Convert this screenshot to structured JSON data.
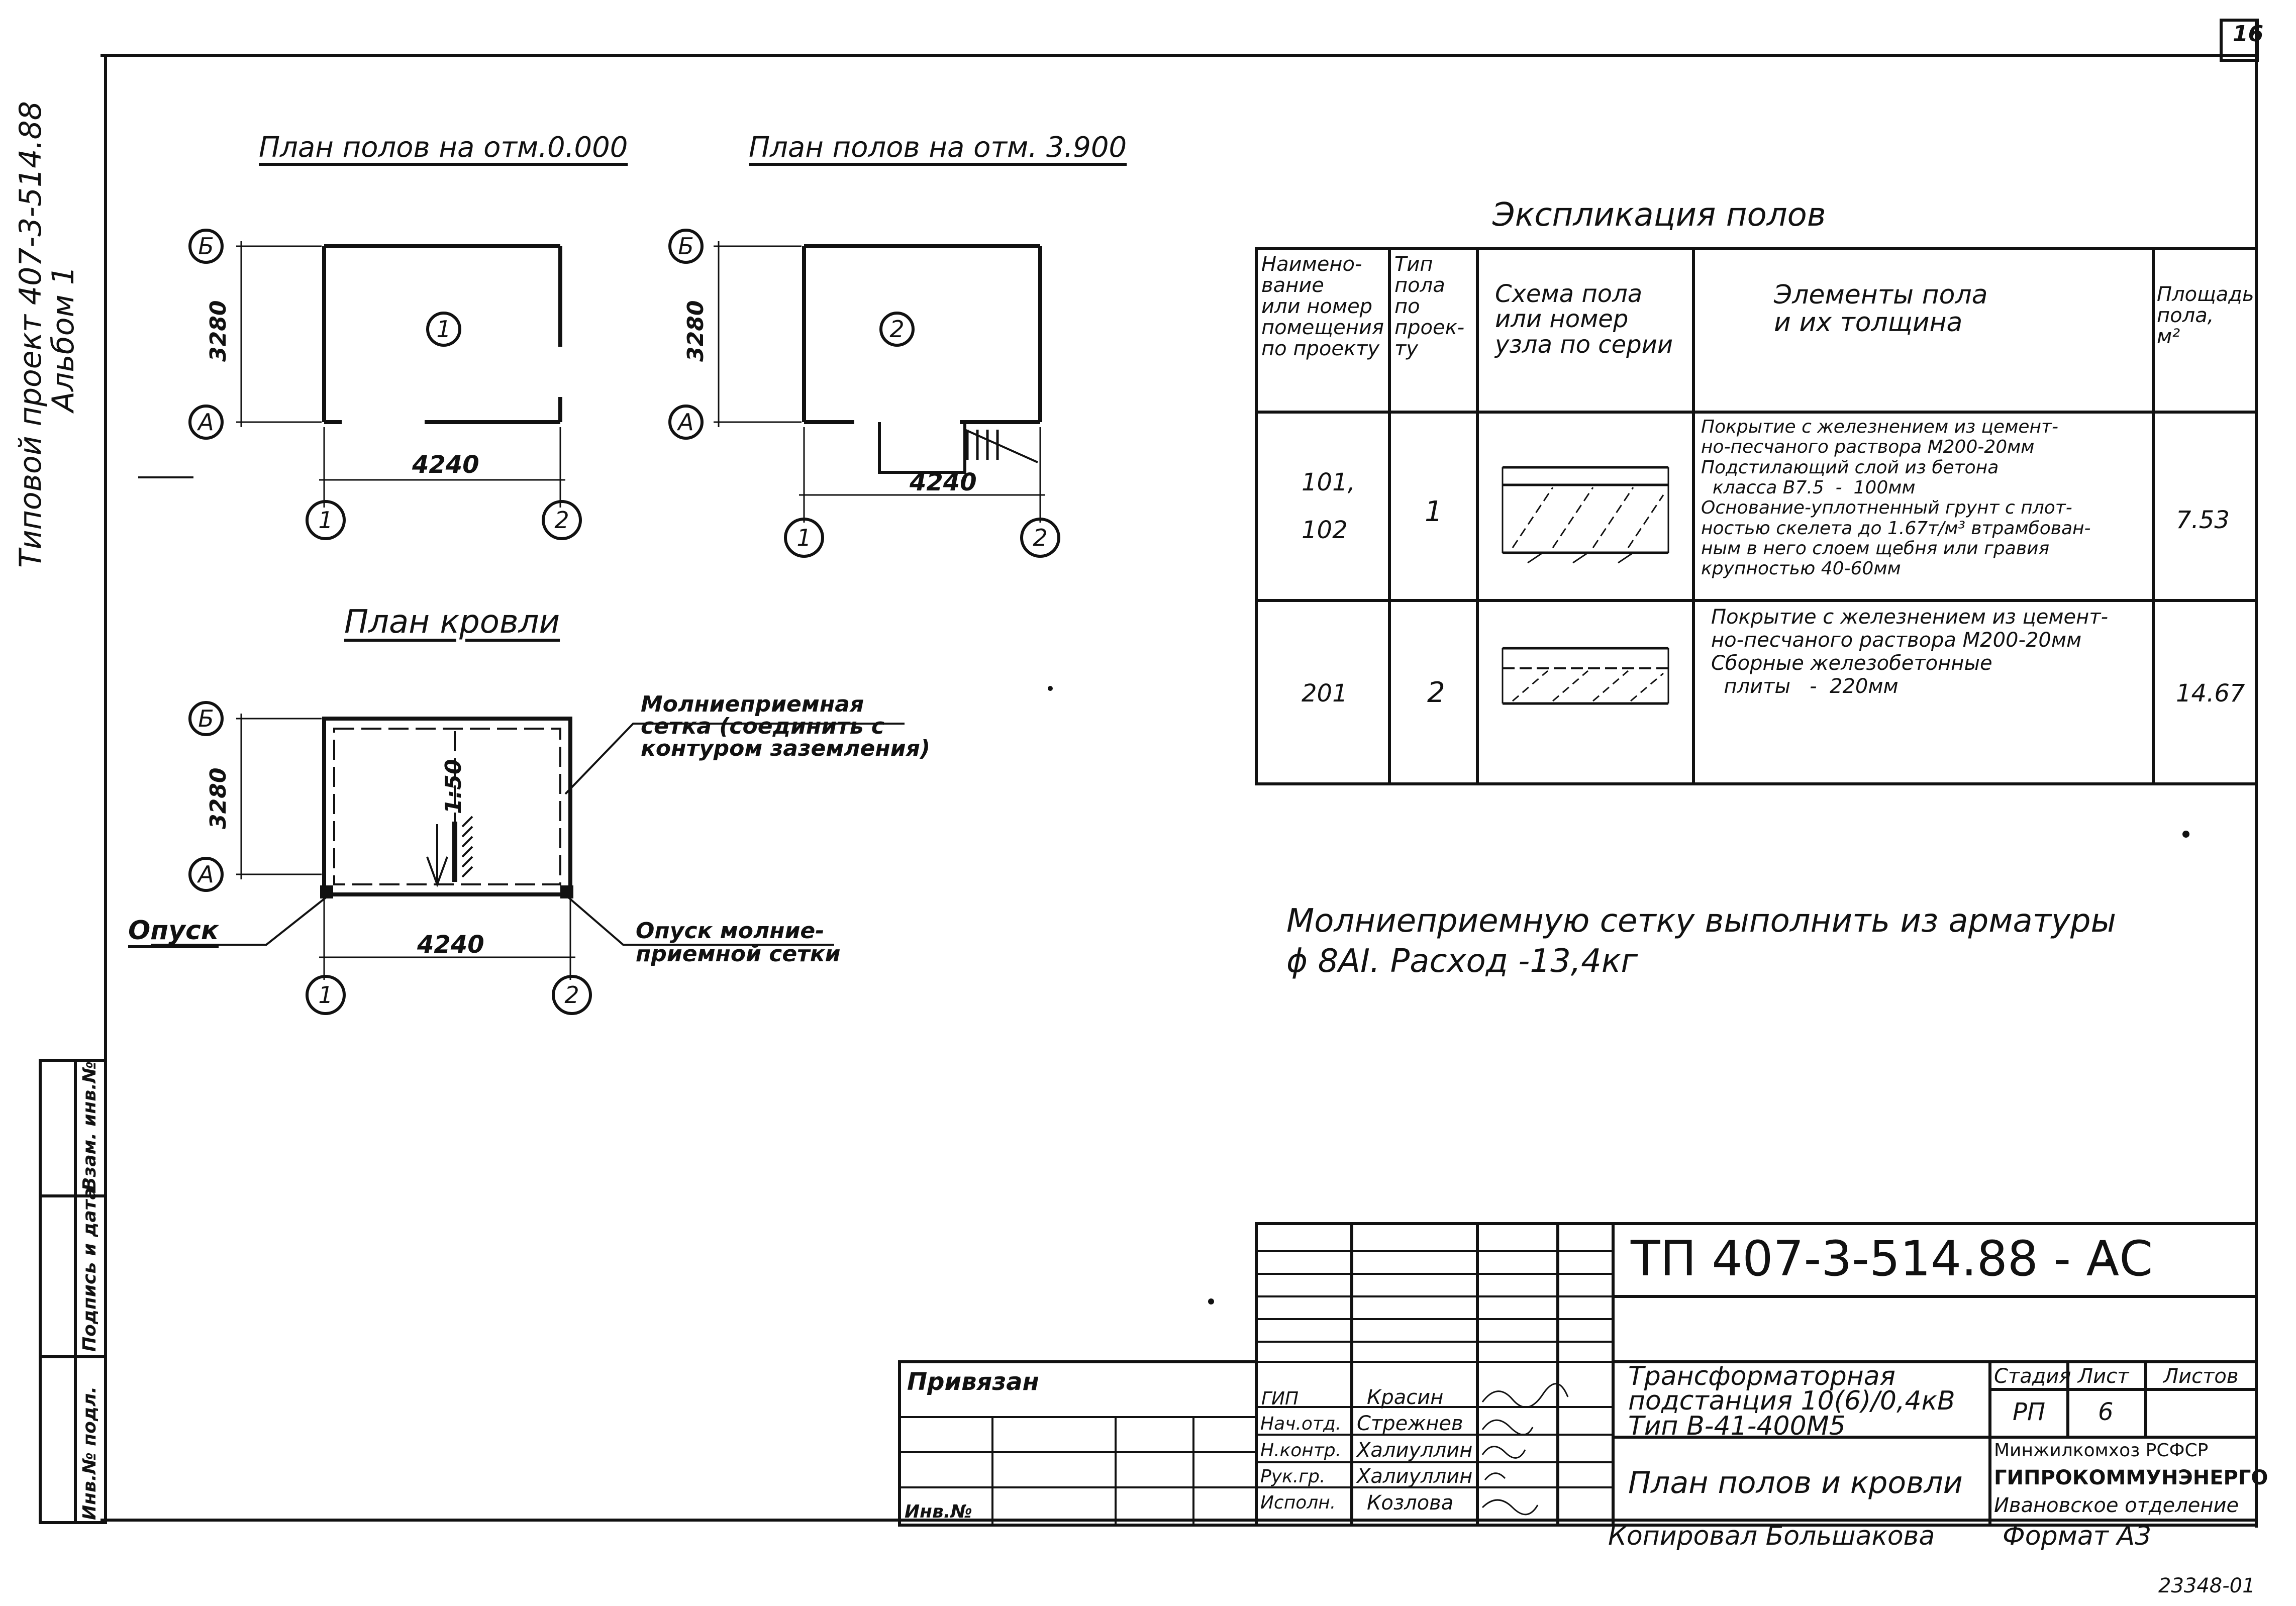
{
  "sheet_number": "16",
  "side_title": {
    "line1": "Типовой проект 407-3-514.88",
    "line2": "Альбом 1"
  },
  "plan1": {
    "title": "План полов на отм.0.000",
    "dim_vertical": "3280",
    "dim_horizontal": "4240",
    "axis_b": "Б",
    "axis_a": "А",
    "axis_1": "1",
    "axis_2": "2",
    "room_marker": "1"
  },
  "plan2": {
    "title": "План полов на отм. 3.900",
    "dim_vertical": "3280",
    "dim_horizontal": "4240",
    "axis_b": "Б",
    "axis_a": "А",
    "axis_1": "1",
    "axis_2": "2",
    "room_marker": "2"
  },
  "roof_plan": {
    "title": "План кровли",
    "dim_vertical": "3280",
    "dim_horizontal": "4240",
    "axis_b": "Б",
    "axis_a": "А",
    "axis_1": "1",
    "axis_2": "2",
    "slope": "1:50",
    "callout_mesh": "Молниеприемная\nсетка (соединить с\nконтуром заземления)",
    "callout_down_left": "Опуск",
    "callout_down_right": "Опуск молние-\nприемной сетки"
  },
  "explication": {
    "title": "Экспликация полов",
    "headers": [
      "Наимено-\nвание\nили номер\nпомещения\nпо проекту",
      "Тип\nпола\nпо\nпроек-\nту",
      "Схема пола\nили номер\nузла по серии",
      "Элементы пола\nи их толщина",
      "Площадь\nпола,\nм²"
    ],
    "rows": [
      {
        "rooms_a": "101,",
        "rooms_b": "102",
        "type": "1",
        "elements": "Покрытие с железнением из цемент-\nно-песчаного раствора М200-20мм\nПодстилающий слой из бетона\n  класса В7.5  -  100мм\nОснование-уплотненный грунт с плот-\nностью скелета до 1.67т/м³ втрамбован-\nным в него слоем щебня или гравия\nкрупностью 40-60мм",
        "area": "7.53"
      },
      {
        "rooms_a": "201",
        "rooms_b": "",
        "type": "2",
        "elements": "Покрытие с железнением из цемент-\nно-песчаного раствора М200-20мм\nСборные железобетонные\n  плиты   -  220мм",
        "area": "14.67"
      }
    ]
  },
  "note": {
    "line1": "Молниеприемную сетку выполнить из арматуры",
    "line2": "ϕ 8АI.  Расход -13,4кг"
  },
  "title_block": {
    "code": "ТП  407-3-514.88 -  АС",
    "object": "Трансформаторная\nподстанция 10(6)/0,4кВ\nТип В-41-400М5",
    "drawing": "План полов и кровли",
    "col_stage": "Стадия",
    "col_sheet": "Лист",
    "col_sheets": "Листов",
    "stage": "РП",
    "sheet": "6",
    "sheets": "",
    "org_line1": "Минжилкомхоз РСФСР",
    "org_line2": "ГИПРОКОММУНЭНЕРГО",
    "org_line3": "Ивановское отделение",
    "roles": [
      "ГИП",
      "Нач.отд.",
      "Н.контр.",
      "Рук.гр.",
      "Исполн."
    ],
    "names": [
      "Красин",
      "Стрежнев",
      "Халиуллин",
      "Халиуллин",
      "Козлова"
    ],
    "tied": "Привязан",
    "inv": "Инв.№",
    "copied": "Копировал  Большакова",
    "format": "Формат А3"
  },
  "side_stamp": {
    "inv_orig": "Инв.№ подл.",
    "sign_date": "Подпись и дата",
    "replace_inv": "Взам. инв.№"
  },
  "archive_number": "23348-01"
}
